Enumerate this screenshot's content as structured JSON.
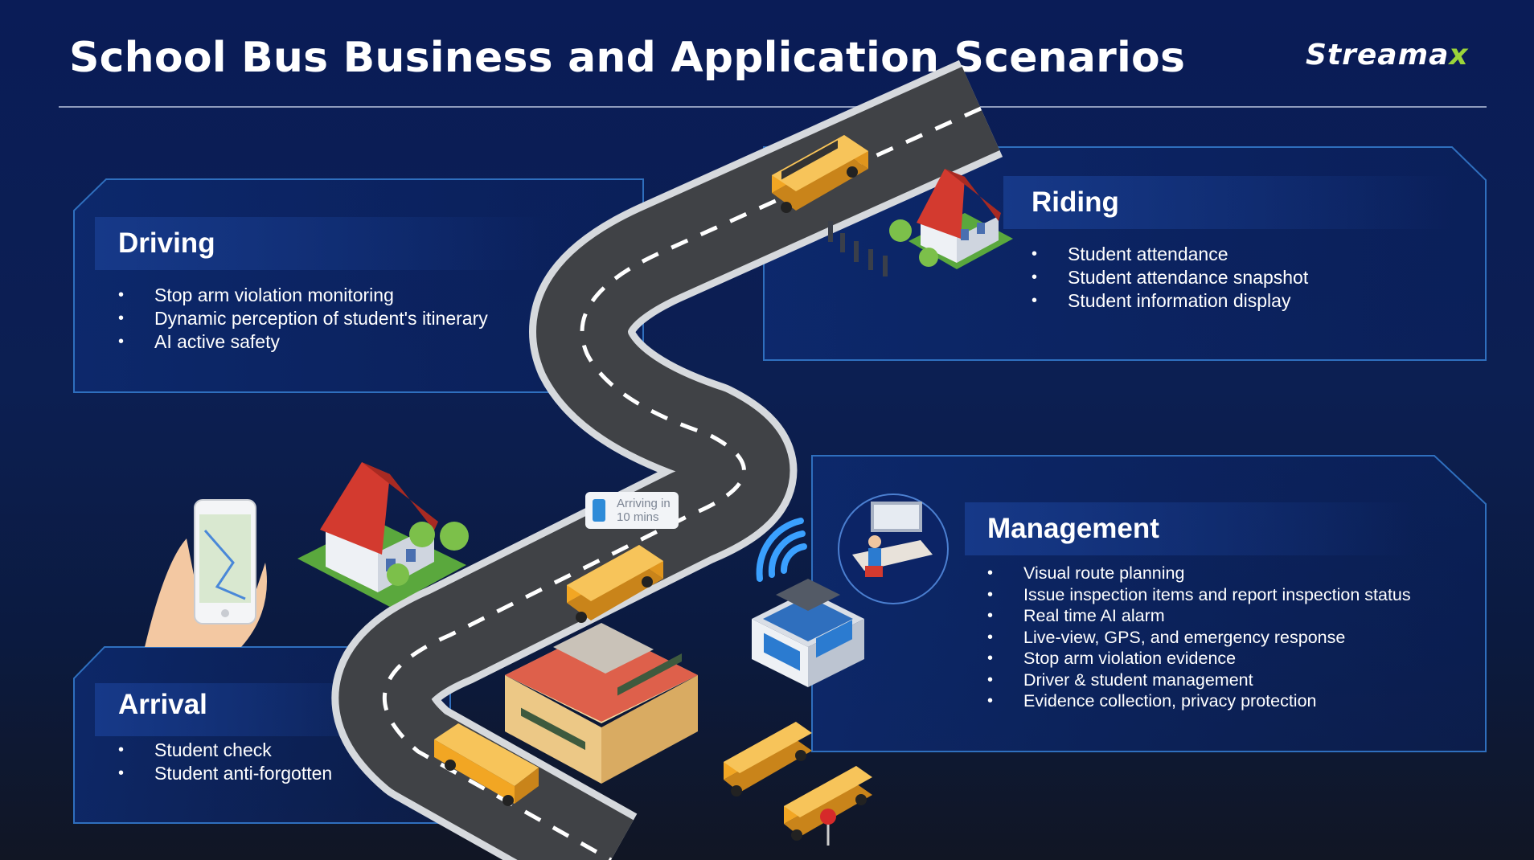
{
  "title": "School Bus Business and Application Scenarios",
  "brand": {
    "logo_main": "Streama",
    "logo_accent": "x",
    "accent_color": "#9bd43a"
  },
  "colors": {
    "panel_fill": "#0c2466",
    "panel_border": "#2f6fbe",
    "road": "#404246",
    "road_edge": "#d6d9dd",
    "bus": "#f2a623"
  },
  "panels": {
    "driving": {
      "heading": "Driving",
      "items": [
        "Stop arm violation monitoring",
        "Dynamic perception of student's itinerary",
        "AI active safety"
      ]
    },
    "riding": {
      "heading": "Riding",
      "items": [
        "Student attendance",
        "Student attendance snapshot",
        "Student information display"
      ]
    },
    "management": {
      "heading": "Management",
      "items": [
        "Visual route planning",
        "Issue inspection items and report inspection status",
        "Real time AI alarm",
        "Live-view, GPS, and emergency response",
        "Stop arm violation evidence",
        "Driver & student management",
        "Evidence collection, privacy protection"
      ]
    },
    "arrival": {
      "heading": "Arrival",
      "items": [
        "Student check",
        "Student anti-forgotten"
      ]
    }
  },
  "notification": {
    "line1": "Arriving in",
    "line2": "10 mins",
    "icon": "phone-message-icon"
  },
  "icons": [
    "smartphone-map-icon",
    "house-icon",
    "school-bus-icon",
    "school-building-icon",
    "wifi-signal-icon",
    "control-center-icon",
    "operator-desk-icon",
    "stop-sign-icon"
  ]
}
